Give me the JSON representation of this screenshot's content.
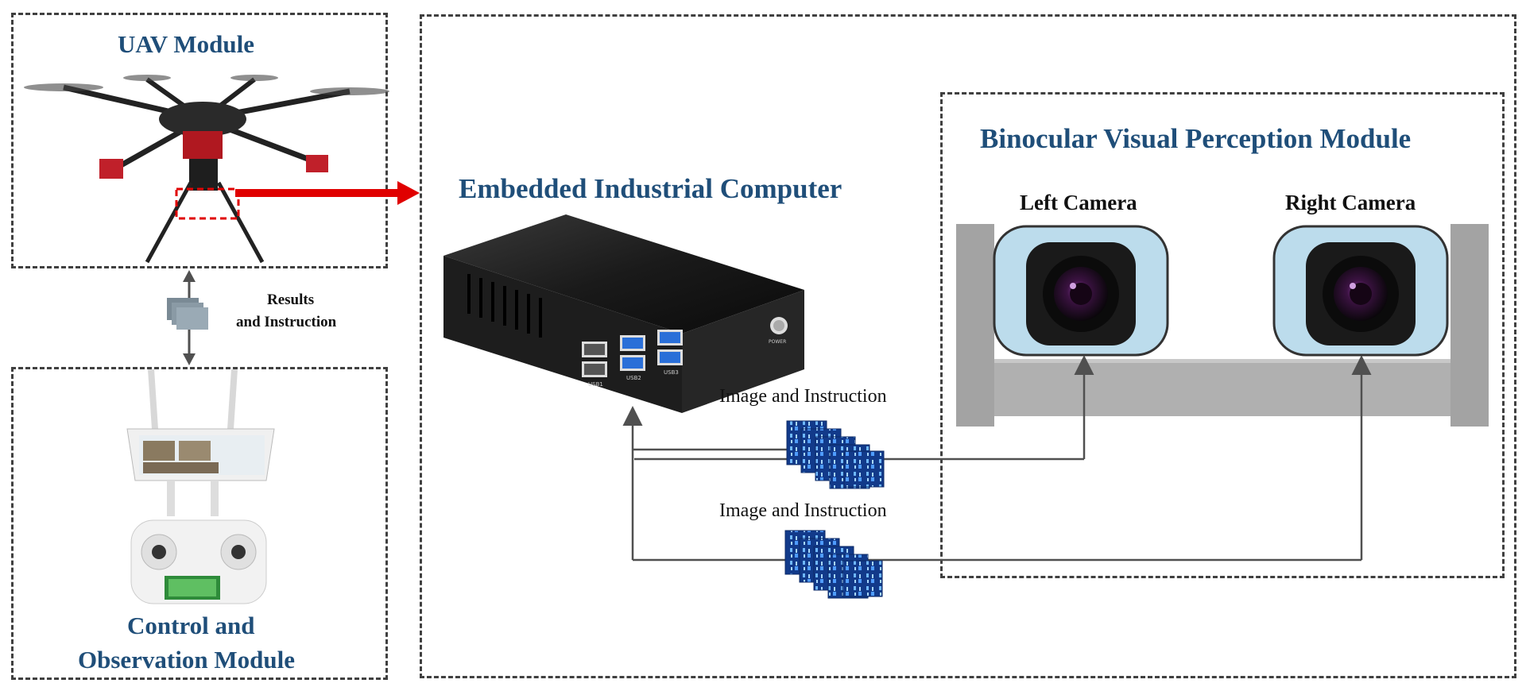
{
  "uav_module": {
    "title": "UAV Module"
  },
  "control_module": {
    "title_line1": "Control and",
    "title_line2": "Observation Module"
  },
  "link_label": {
    "line1": "Results",
    "line2": "and Instruction"
  },
  "computer": {
    "title": "Embedded Industrial Computer",
    "ports": [
      "USB1",
      "USB2",
      "USB3"
    ],
    "power_label": "POWER"
  },
  "binocular_module": {
    "title": "Binocular Visual Perception Module",
    "left_camera": "Left Camera",
    "right_camera": "Right Camera"
  },
  "flows": {
    "top_label": "Image and Instruction",
    "bottom_label": "Image and Instruction"
  },
  "colors": {
    "title_blue": "#1f4e79",
    "arrow_red": "#e00000",
    "border_dark": "#404040"
  }
}
